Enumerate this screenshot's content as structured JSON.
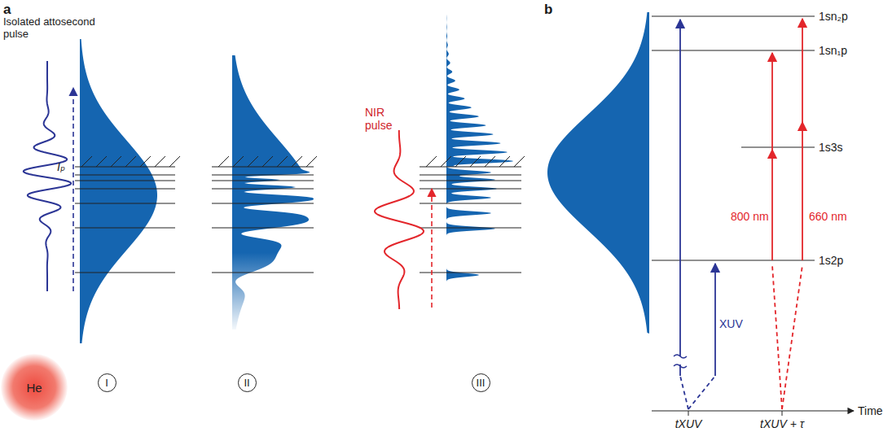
{
  "diagram": {
    "nodes": [
      {
        "text": [
          "He"
        ]
      },
      {
        "text": [
          "I"
        ]
      },
      {
        "text": [
          "II"
        ]
      },
      {
        "text": [
          "III"
        ]
      }
    ],
    "labels": [
      "a",
      "Isolated attosecond pulse",
      "Iₚ",
      "NIR pulse",
      "b",
      "1sn₂p",
      "1sn₁p",
      "1s3s",
      "1s2p",
      "XUV",
      "800 nm",
      "660 nm",
      "Time",
      "tXUV",
      "tXUV + τ"
    ]
  }
}
